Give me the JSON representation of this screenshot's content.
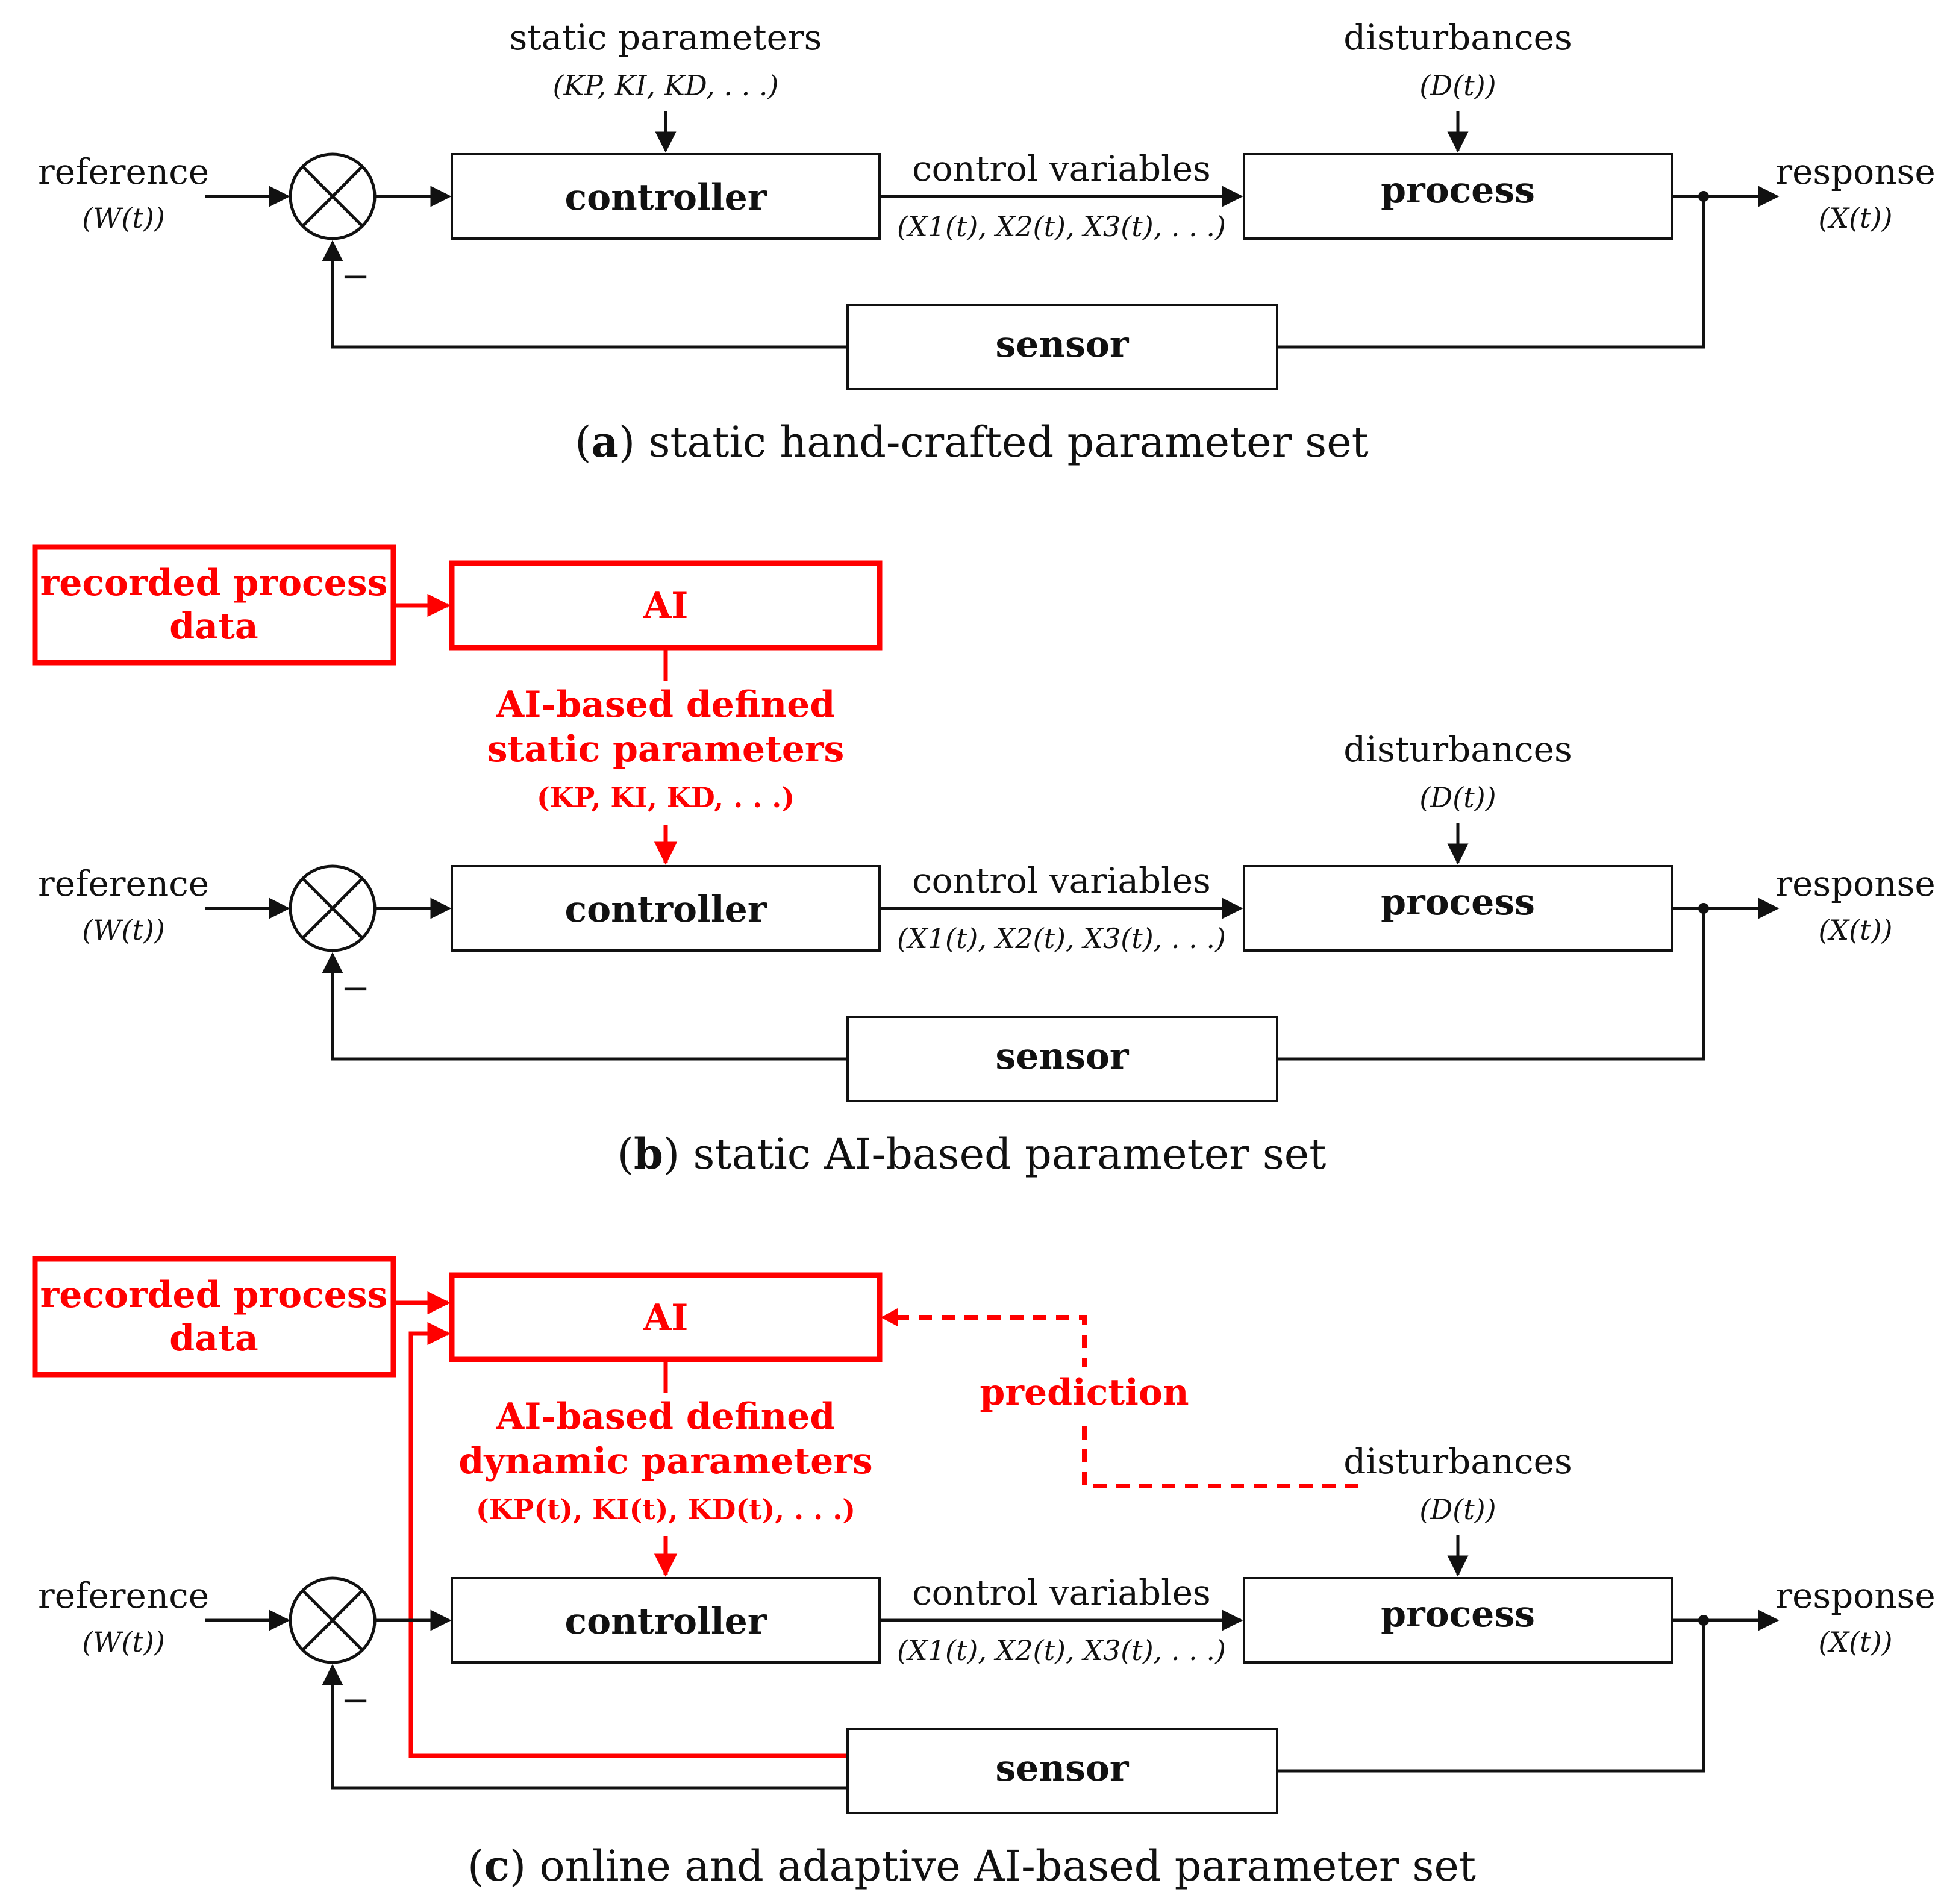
{
  "labels": {
    "reference": "reference",
    "reference_var": "(W(t))",
    "response": "response",
    "response_var": "(X(t))",
    "controller": "controller",
    "process": "process",
    "sensor": "sensor",
    "disturbances": "disturbances",
    "disturbances_var": "(D(t))",
    "control_variables": "control variables",
    "control_variables_var": "(X1(t), X2(t), X3(t), . . .)",
    "minus": "−"
  },
  "panels": [
    {
      "letter": "a",
      "caption": " static hand-crafted parameter set",
      "static_params": "static parameters",
      "static_params_var": "(KP, KI, KD, . . .)"
    },
    {
      "letter": "b",
      "caption": " static AI-based parameter set",
      "recorded_data_line1": "recorded process",
      "recorded_data_line2": "data",
      "ai": "AI",
      "ai_params_line1": "AI-based defined",
      "ai_params_line2": "static parameters",
      "ai_params_var": "(KP, KI, KD, . . .)"
    },
    {
      "letter": "c",
      "caption": " online and adaptive AI-based parameter set",
      "recorded_data_line1": "recorded process",
      "recorded_data_line2": "data",
      "ai": "AI",
      "ai_params_line1": "AI-based defined",
      "ai_params_line2": "dynamic parameters",
      "ai_params_var": "(KP(t), KI(t), KD(t), . . .)",
      "prediction": "prediction"
    }
  ],
  "colors": {
    "ai_accent": "#ff0000",
    "line": "#111111",
    "background": "#ffffff"
  }
}
